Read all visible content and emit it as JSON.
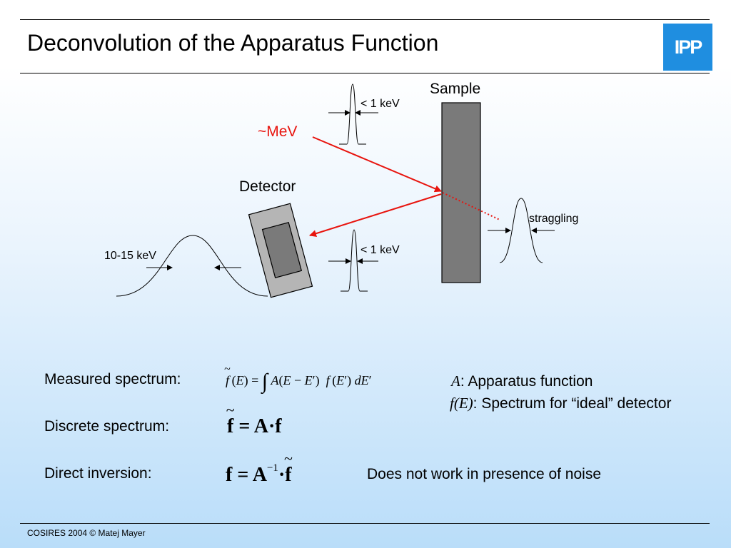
{
  "slide": {
    "title": "Deconvolution of the Apparatus Function",
    "logo_text": "IPP",
    "footer": "COSIRES 2004 © Matej Mayer"
  },
  "diagram": {
    "sample_label": "Sample",
    "beam_label": "~MeV",
    "detector_label": "Detector",
    "beam_width_in": "< 1 keV",
    "beam_width_out": "< 1 keV",
    "straggling_label": "straggling",
    "detector_resolution": "10-15 keV"
  },
  "equations": {
    "measured_label": "Measured spectrum:",
    "discrete_label": "Discrete spectrum:",
    "inversion_label": "Direct inversion:",
    "legend_A_symbol": "A",
    "legend_A_text": ": Apparatus function",
    "legend_f_symbol": "f(E)",
    "legend_f_text": ": Spectrum for “ideal” detector",
    "inversion_note": "Does not work in presence of noise"
  },
  "colors": {
    "beam": "#e8140e",
    "sample": "#7a7a7a",
    "detector_outer": "#b5b5b5",
    "detector_inner": "#7a7a7a",
    "logo": "#1f8ee0"
  }
}
